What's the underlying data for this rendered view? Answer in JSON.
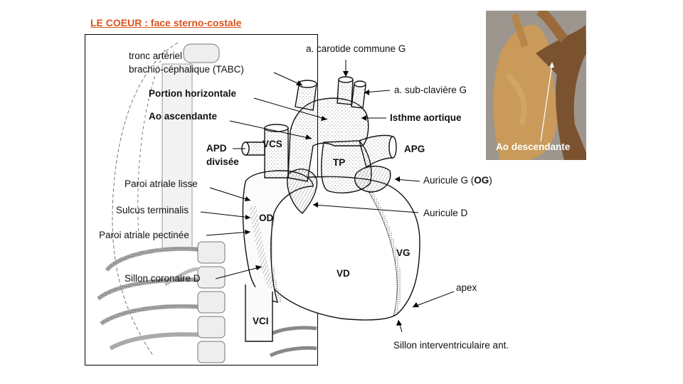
{
  "title": "LE COEUR : face sterno-costale",
  "labels": {
    "tronc_line1": "tronc artériel",
    "tronc_line2": "brachio-céphalique (TABC)",
    "portion_horizontale": "Portion horizontale",
    "ao_ascendante": "Ao ascendante",
    "apd_line1": "APD",
    "apd_line2": "divisée",
    "vcs": "VCS",
    "paroi_lisse": "Paroi atriale lisse",
    "sulcus": "Sulcus terminalis",
    "paroi_pectinee": "Paroi atriale pectinée",
    "sillon_coronaire": "Sillon coronaire D",
    "od": "OD",
    "vci": "VCI",
    "carotide": "a. carotide commune G",
    "sub_claviere": "a. sub-clavière  G",
    "isthme": "Isthme aortique",
    "apg": "APG",
    "tp": "TP",
    "auricule_g_pre": "Auricule G (",
    "auricule_g_bold": "OG",
    "auricule_g_post": ")",
    "auricule_d": "Auricule D",
    "vg": "VG",
    "vd": "VD",
    "apex": "apex",
    "sillon_iv": "Sillon interventriculaire  ant.",
    "ao_descendante": "Ao descendante"
  },
  "colors": {
    "title": "#d9531e",
    "photo_label": "#ffffff"
  }
}
